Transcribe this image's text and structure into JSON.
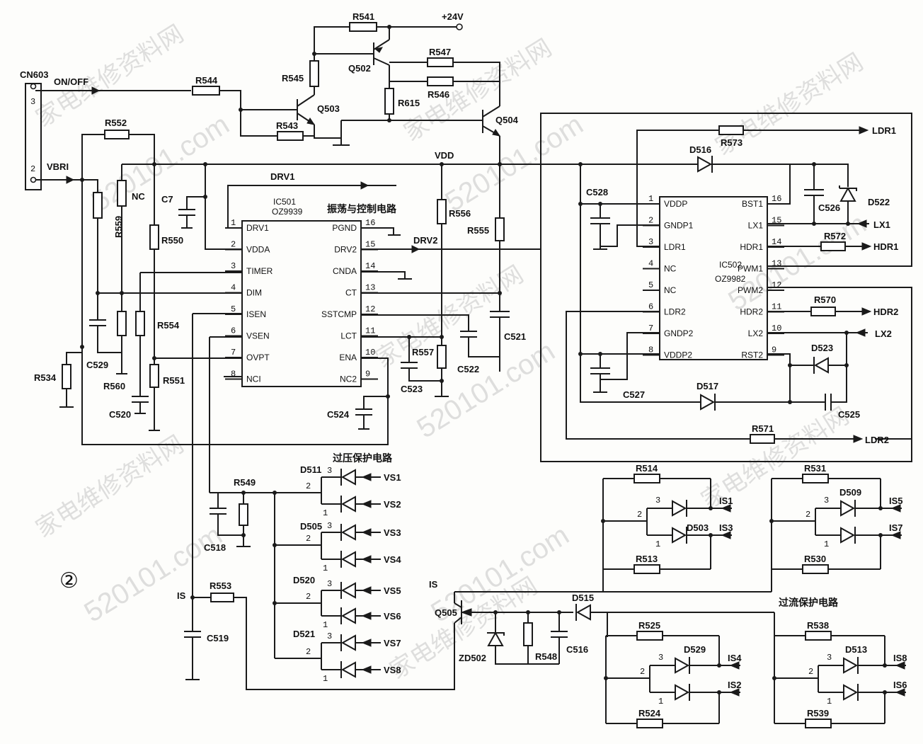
{
  "figure_number": "②",
  "section_titles": {
    "oscillator": "振荡与控制电路",
    "ovp": "过压保护电路",
    "ocp": "过流保护电路"
  },
  "connector": {
    "name": "CN603",
    "pin3": "3",
    "pin2": "2",
    "on_off": "ON/OFF",
    "vbri": "VBRI"
  },
  "supply": {
    "v24": "+24V",
    "vdd": "VDD"
  },
  "nets": {
    "drv1": "DRV1",
    "drv2": "DRV2",
    "is": "IS"
  },
  "ic501": {
    "ref": "IC501",
    "part": "OZ9939",
    "left_pins": [
      {
        "num": "1",
        "name": "DRV1"
      },
      {
        "num": "2",
        "name": "VDDA"
      },
      {
        "num": "3",
        "name": "TIMER"
      },
      {
        "num": "4",
        "name": "DIM"
      },
      {
        "num": "5",
        "name": "ISEN"
      },
      {
        "num": "6",
        "name": "VSEN"
      },
      {
        "num": "7",
        "name": "OVPT"
      },
      {
        "num": "8",
        "name": "NCI"
      }
    ],
    "right_pins": [
      {
        "num": "16",
        "name": "PGND"
      },
      {
        "num": "15",
        "name": "DRV2"
      },
      {
        "num": "14",
        "name": "CNDA"
      },
      {
        "num": "13",
        "name": "CT"
      },
      {
        "num": "12",
        "name": "SSTCMP"
      },
      {
        "num": "11",
        "name": "LCT"
      },
      {
        "num": "10",
        "name": "ENA"
      },
      {
        "num": "9",
        "name": "NC2"
      }
    ]
  },
  "ic502": {
    "ref": "IC502",
    "part": "OZ9982",
    "left_pins": [
      {
        "num": "1",
        "name": "VDDP"
      },
      {
        "num": "2",
        "name": "GNDP1"
      },
      {
        "num": "3",
        "name": "LDR1"
      },
      {
        "num": "4",
        "name": "NC"
      },
      {
        "num": "5",
        "name": "NC"
      },
      {
        "num": "6",
        "name": "LDR2"
      },
      {
        "num": "7",
        "name": "GNDP2"
      },
      {
        "num": "8",
        "name": "VDDP2"
      }
    ],
    "right_pins": [
      {
        "num": "16",
        "name": "BST1"
      },
      {
        "num": "15",
        "name": "LX1"
      },
      {
        "num": "14",
        "name": "HDR1"
      },
      {
        "num": "13",
        "name": "PWM1"
      },
      {
        "num": "12",
        "name": "PWM2"
      },
      {
        "num": "11",
        "name": "HDR2"
      },
      {
        "num": "10",
        "name": "LX2"
      },
      {
        "num": "9",
        "name": "RST2"
      }
    ]
  },
  "outputs": {
    "ldr1": "LDR1",
    "lx1": "LX1",
    "hdr1": "HDR1",
    "hdr2": "HDR2",
    "lx2": "LX2",
    "ldr2": "LDR2"
  },
  "transistors": {
    "q502": "Q502",
    "q503": "Q503",
    "q504": "Q504",
    "q505": "Q505"
  },
  "resistors": {
    "r541": "R541",
    "r547": "R547",
    "r545": "R545",
    "r546": "R546",
    "r615": "R615",
    "r544": "R544",
    "r543": "R543",
    "r552": "R552",
    "r559": "R559",
    "nc": "NC",
    "r550": "R550",
    "r554": "R554",
    "r551": "R551",
    "r534": "R534",
    "r560": "R560",
    "r556": "R556",
    "r555": "R555",
    "r557": "R557",
    "r573": "R573",
    "r572": "R572",
    "r570": "R570",
    "r571": "R571",
    "r549": "R549",
    "r553": "R553",
    "r514": "R514",
    "r513": "R513",
    "r531": "R531",
    "r530": "R530",
    "r548": "R548",
    "r525": "R525",
    "r524": "R524",
    "r538": "R538",
    "r539": "R539"
  },
  "capacitors": {
    "c7": "C7",
    "c529": "C529",
    "c520": "C520",
    "c521": "C521",
    "c522": "C522",
    "c523": "C523",
    "c524": "C524",
    "c528": "C528",
    "c526": "C526",
    "c527": "C527",
    "c525": "C525",
    "c518": "C518",
    "c519": "C519",
    "c516": "C516"
  },
  "diodes": {
    "d516": "D516",
    "d522": "D522",
    "d523": "D523",
    "d517": "D517",
    "d511": "D511",
    "d505": "D505",
    "d520": "D520",
    "d521": "D521",
    "d503": "D503",
    "d509": "D509",
    "d515": "D515",
    "zd502": "ZD502",
    "d529": "D529",
    "d513": "D513"
  },
  "dual_diode_pins": {
    "p1": "1",
    "p2": "2",
    "p3": "3"
  },
  "vs_inputs": [
    "VS1",
    "VS2",
    "VS3",
    "VS4",
    "VS5",
    "VS6",
    "VS7",
    "VS8"
  ],
  "is_inputs": [
    "IS1",
    "IS3",
    "IS5",
    "IS7",
    "IS4",
    "IS2",
    "IS8",
    "IS6"
  ],
  "watermarks": {
    "cn": "家电维修资料网",
    "url": "520101.com"
  }
}
